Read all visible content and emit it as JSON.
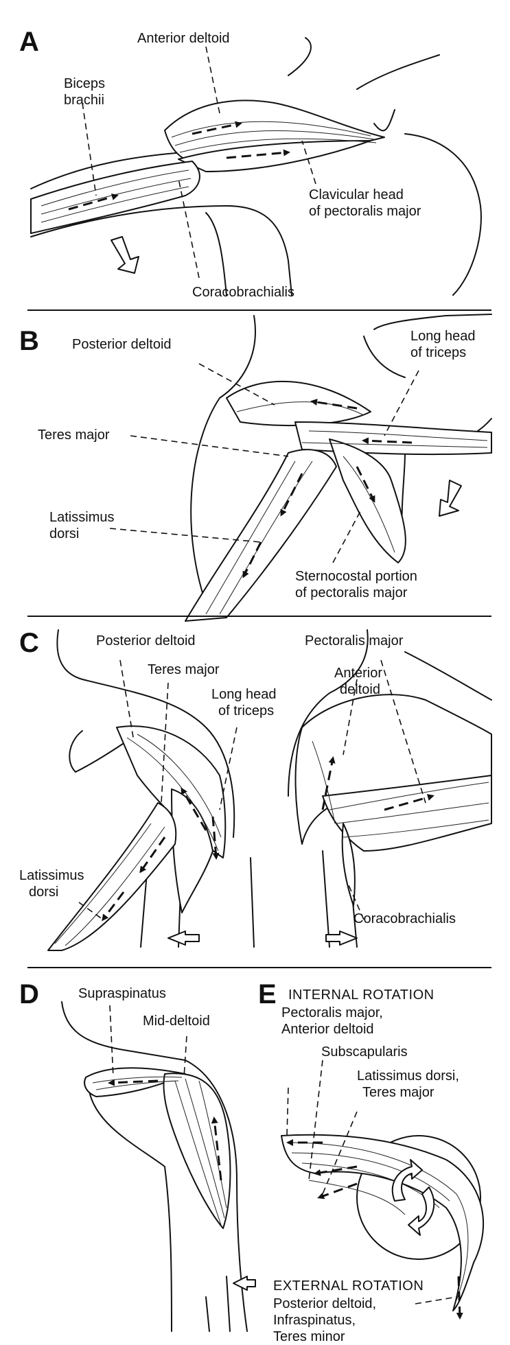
{
  "panels": {
    "A": {
      "letter": "A",
      "labels": {
        "anterior_deltoid": "Anterior deltoid",
        "biceps_1": "Biceps",
        "biceps_2": "brachii",
        "clavicular_1": "Clavicular head",
        "clavicular_2": "of pectoralis major",
        "coracobrachialis": "Coracobrachialis"
      }
    },
    "B": {
      "letter": "B",
      "labels": {
        "posterior_deltoid": "Posterior deltoid",
        "long_head_1": "Long head",
        "long_head_2": "of triceps",
        "teres_major": "Teres major",
        "latissimus_1": "Latissimus",
        "latissimus_2": "dorsi",
        "sternocostal_1": "Sternocostal portion",
        "sternocostal_2": "of pectoralis major"
      }
    },
    "C": {
      "letter": "C",
      "labels": {
        "posterior_deltoid": "Posterior deltoid",
        "teres_major": "Teres major",
        "long_head_1": "Long head",
        "long_head_2": "of triceps",
        "pectoralis_major": "Pectoralis major",
        "anterior_1": "Anterior",
        "anterior_2": "deltoid",
        "latissimus_1": "Latissimus",
        "latissimus_2": "dorsi",
        "coracobrachialis": "Coracobrachialis"
      }
    },
    "D": {
      "letter": "D",
      "labels": {
        "supraspinatus": "Supraspinatus",
        "mid_deltoid": "Mid-deltoid"
      }
    },
    "E": {
      "letter": "E",
      "labels": {
        "internal_rotation": "INTERNAL ROTATION",
        "internal_1": "Pectoralis major,",
        "internal_2": "Anterior deltoid",
        "subscapularis": "Subscapularis",
        "latissimus_1": "Latissimus dorsi,",
        "latissimus_2": "Teres major",
        "external_rotation": "EXTERNAL ROTATION",
        "external_1": "Posterior deltoid,",
        "external_2": "Infraspinatus,",
        "external_3": "Teres minor"
      }
    }
  }
}
